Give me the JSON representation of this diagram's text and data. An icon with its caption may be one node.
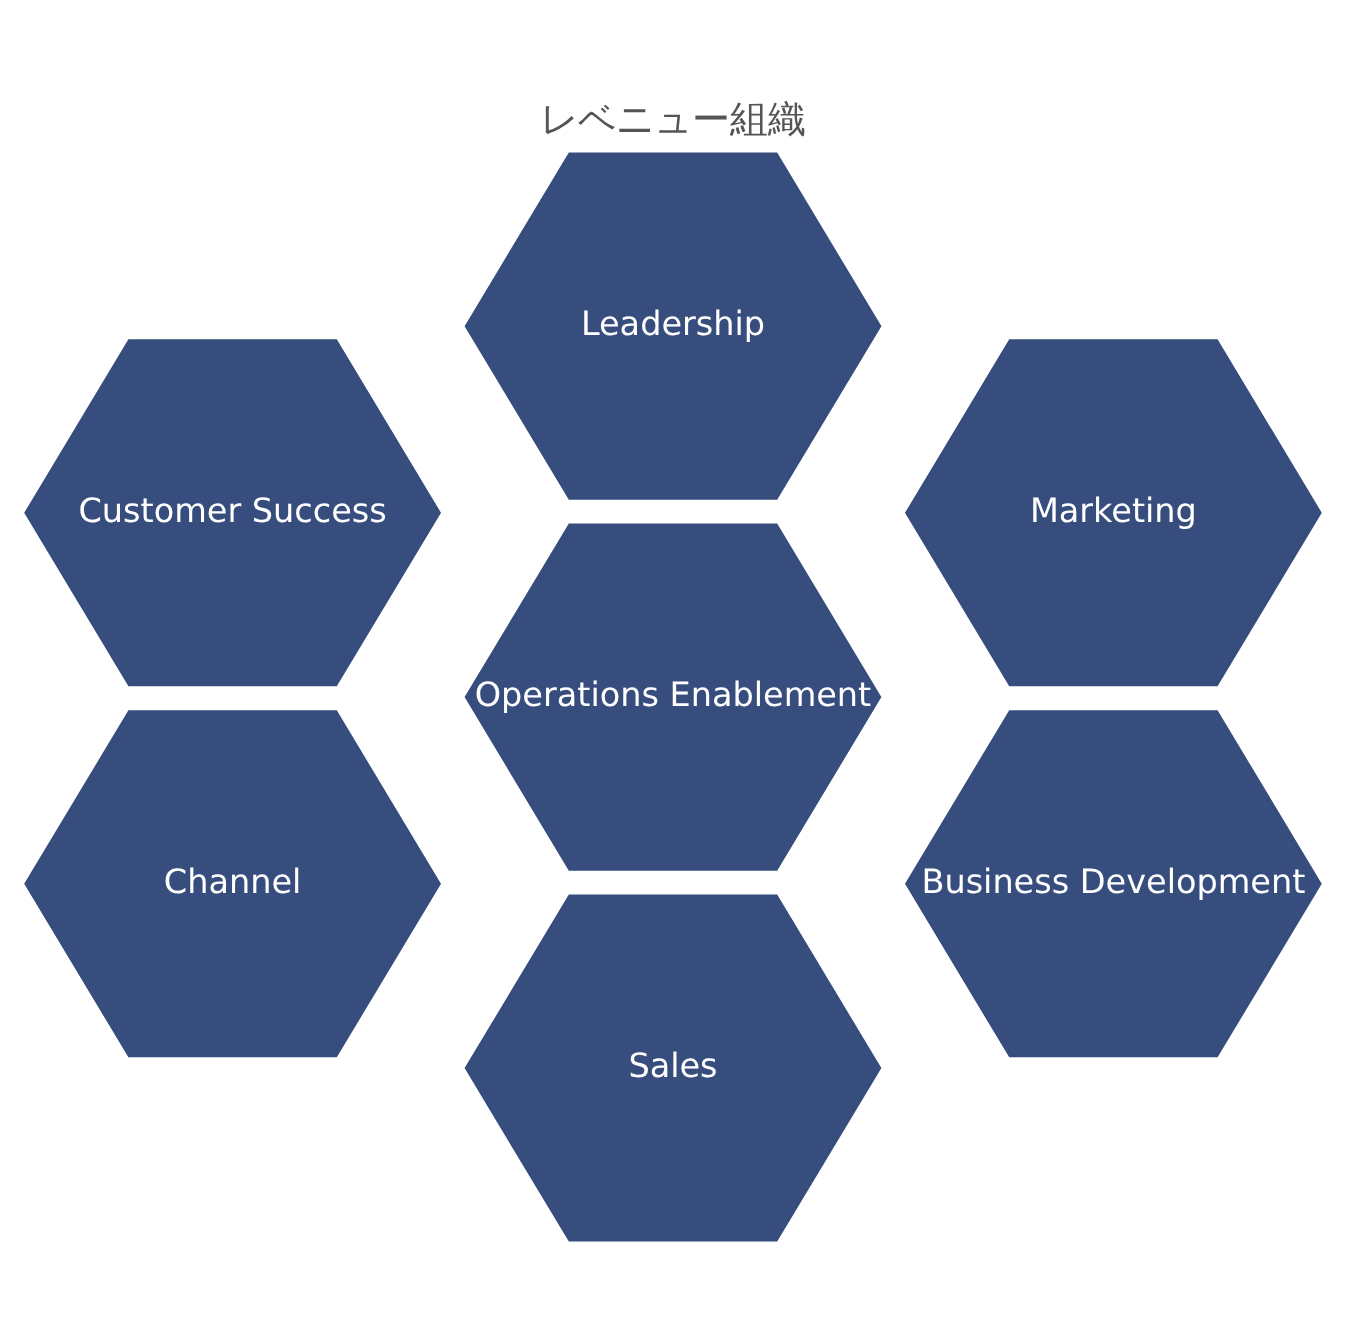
{
  "diagram": {
    "title": "レベニュー組織",
    "nodes": [
      {
        "text": [
          "Leadership"
        ]
      },
      {
        "text": [
          "Customer Success"
        ]
      },
      {
        "text": [
          "Marketing"
        ]
      },
      {
        "text": [
          "Operations Enablement"
        ]
      },
      {
        "text": [
          "Channel"
        ]
      },
      {
        "text": [
          "Business Development"
        ]
      },
      {
        "text": [
          "Sales"
        ]
      }
    ]
  }
}
